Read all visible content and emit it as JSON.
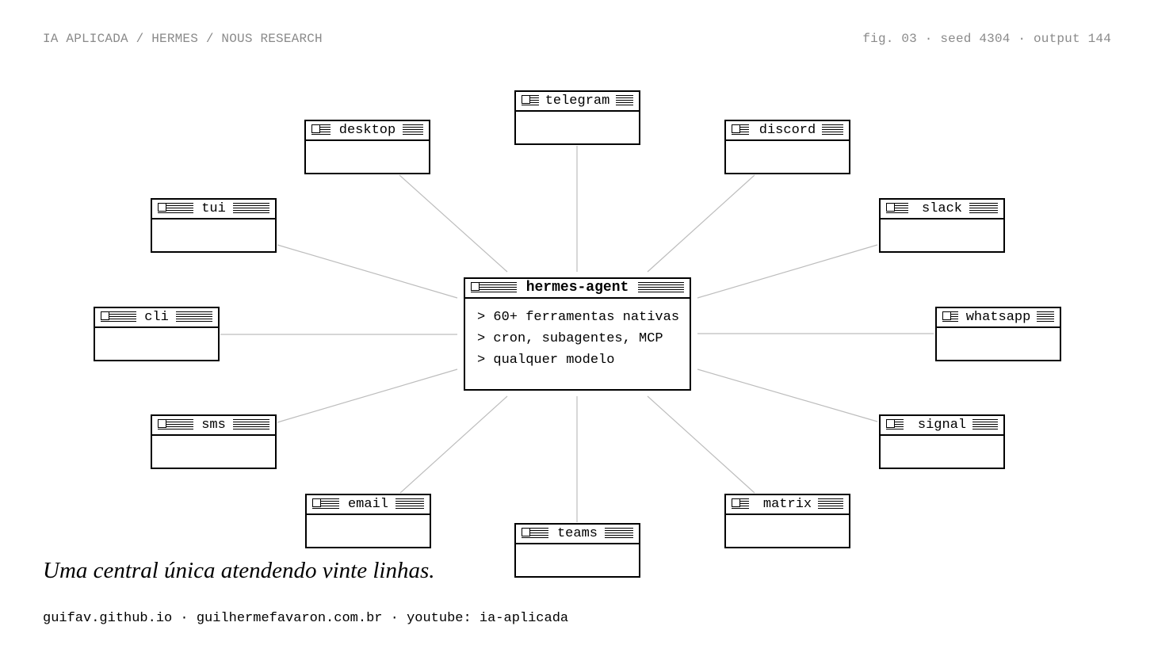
{
  "header": {
    "breadcrumb": "IA APLICADA / HERMES / NOUS RESEARCH",
    "figure_meta": "fig. 03 · seed 4304 · output 144"
  },
  "center": {
    "title": "hermes-agent",
    "lines": [
      "> 60+ ferramentas nativas",
      "> cron, subagentes, MCP",
      "> qualquer modelo"
    ]
  },
  "channels": [
    "telegram",
    "discord",
    "slack",
    "whatsapp",
    "signal",
    "matrix",
    "teams",
    "email",
    "sms",
    "cli",
    "tui",
    "desktop"
  ],
  "caption": "Uma central única atendendo vinte linhas.",
  "footer": "guifav.github.io · guilhermefavaron.com.br · youtube: ia-aplicada",
  "colors": {
    "connector": "#bdbdbd",
    "meta_text": "#8a8a8a",
    "ink": "#000000"
  }
}
